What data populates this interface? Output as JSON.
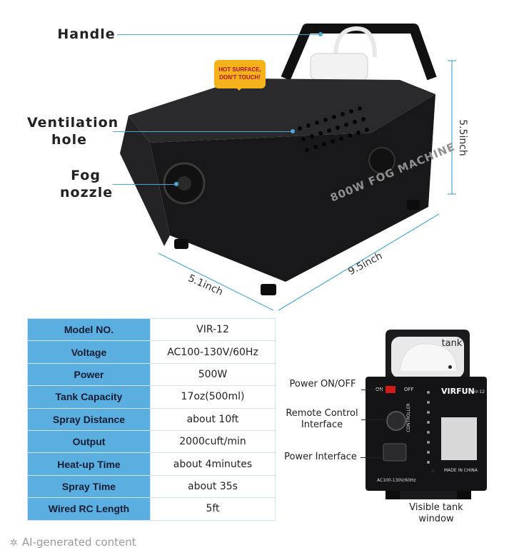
{
  "callouts": {
    "handle": "Handle",
    "ventilation_line1": "Ventilation",
    "ventilation_line2": "hole",
    "fog_line1": "Fog",
    "fog_line2": "nozzle"
  },
  "warning": {
    "line1": "HOT SURFACE,",
    "line2": "DON'T TOUCH!"
  },
  "machine": {
    "brand_text": "800W FOG MACHINE"
  },
  "dimensions": {
    "height": "5.5inch",
    "depth": "5.1inch",
    "length": "9.5inch"
  },
  "spec_table": {
    "rows": [
      {
        "key": "Model NO.",
        "value": "VIR-12"
      },
      {
        "key": "Voltage",
        "value": "AC100-130V/60Hz"
      },
      {
        "key": "Power",
        "value": "500W"
      },
      {
        "key": "Tank Capacity",
        "value": "17oz(500ml)"
      },
      {
        "key": "Spray Distance",
        "value": "about 10ft"
      },
      {
        "key": "Output",
        "value": "2000cuft/min"
      },
      {
        "key": "Heat-up Time",
        "value": "about 4minutes"
      },
      {
        "key": "Spray Time",
        "value": "about 35s"
      },
      {
        "key": "Wired RC Length",
        "value": "5ft"
      }
    ]
  },
  "rear_labels": {
    "tank": "tank",
    "power_switch": "Power ON/OFF",
    "remote_line1": "Remote Control",
    "remote_line2": "Interface",
    "power_interface": "Power Interface",
    "window_line1": "Visible tank",
    "window_line2": "window"
  },
  "rear_panel": {
    "brand": "VIRFUN",
    "model": "vir-12",
    "controller": "CONTROLLER",
    "on": "ON",
    "off": "OFF",
    "voltage": "AC100-130V/60Hz",
    "made_in": "MADE IN CHINA"
  },
  "footer": {
    "label": "AI-generated content"
  },
  "colors": {
    "accent": "#4aa8d8",
    "table_key_bg": "#5aaee0",
    "machine_body": "#1c1c1e",
    "warning_bg": "#f6b21a"
  }
}
